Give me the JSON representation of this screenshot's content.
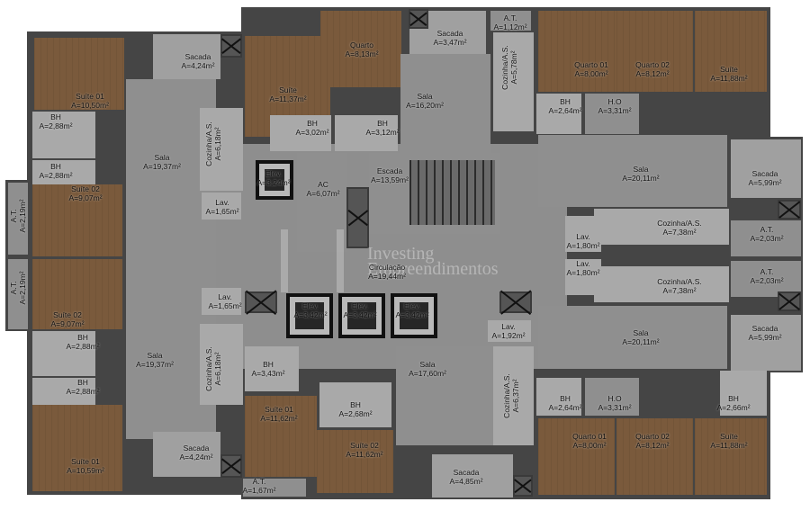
{
  "title": "Floor plan - typical floor",
  "watermark": {
    "line1": "Investing",
    "line2": "Empreendimentos"
  },
  "colors": {
    "wall": "#454545",
    "wood": "#7a5a3c",
    "floor_gray": "#8f8f8f",
    "wet": "#a9a9a9",
    "balcony": "#9c9c9c"
  },
  "rooms": [
    {
      "name": "Suíte 01",
      "area": "A=10,50m²"
    },
    {
      "name": "BH",
      "area": "A=2,88m²"
    },
    {
      "name": "BH",
      "area": "A=2,88m²"
    },
    {
      "name": "Suíte 02",
      "area": "A=9,07m²"
    },
    {
      "name": "A.T.",
      "area": "A=2,19m²"
    },
    {
      "name": "Sacada",
      "area": "A=4,24m²"
    },
    {
      "name": "Sala",
      "area": "A=19,37m²"
    },
    {
      "name": "Cozinha/A.S.",
      "area": "A=6,18m²"
    },
    {
      "name": "Lav.",
      "area": "A=1,65m²"
    },
    {
      "name": "A.T.",
      "area": "A=2,19m²"
    },
    {
      "name": "Suíte 02",
      "area": "A=9,07m²"
    },
    {
      "name": "BH",
      "area": "A=2,88m²"
    },
    {
      "name": "BH",
      "area": "A=2,88m²"
    },
    {
      "name": "Suíte 01",
      "area": "A=10,59m²"
    },
    {
      "name": "Sala",
      "area": "A=19,37m²"
    },
    {
      "name": "Cozinha/A.S.",
      "area": "A=6,18m²"
    },
    {
      "name": "Lav.",
      "area": "A=1,65m²"
    },
    {
      "name": "Sacada",
      "area": "A=4,24m²"
    },
    {
      "name": "Suíte",
      "area": "A=11,37m²"
    },
    {
      "name": "Quarto",
      "area": "A=8,13m²"
    },
    {
      "name": "Sacada",
      "area": "A=3,47m²"
    },
    {
      "name": "A.T.",
      "area": "A=1,12m²"
    },
    {
      "name": "Cozinha/A.S.",
      "area": "A=5,78m²"
    },
    {
      "name": "Sala",
      "area": "A=16,20m²"
    },
    {
      "name": "BH",
      "area": "A=3,02m²"
    },
    {
      "name": "BH",
      "area": "A=3,12m²"
    },
    {
      "name": "Elev.",
      "area": "A=3,24m²"
    },
    {
      "name": "AC",
      "area": "A=6,07m²"
    },
    {
      "name": "Escada",
      "area": "A=13,59m²"
    },
    {
      "name": "Circulação",
      "area": "A=19,44m²"
    },
    {
      "name": "Elev.",
      "area": "A=3,42m²"
    },
    {
      "name": "Elev.",
      "area": "A=3,42m²"
    },
    {
      "name": "Elev.",
      "area": "A=3,42m²"
    },
    {
      "name": "BH",
      "area": "A=3,43m²"
    },
    {
      "name": "Suíte 01",
      "area": "A=11,62m²"
    },
    {
      "name": "BH",
      "area": "A=2,68m²"
    },
    {
      "name": "Suíte 02",
      "area": "A=11,62m²"
    },
    {
      "name": "A.T.",
      "area": "A=1,67m²"
    },
    {
      "name": "Sala",
      "area": "A=17,60m²"
    },
    {
      "name": "Lav.",
      "area": "A=1,92m²"
    },
    {
      "name": "Cozinha/A.S.",
      "area": "A=6,37m²"
    },
    {
      "name": "Sacada",
      "area": "A=4,85m²"
    },
    {
      "name": "Quarto 01",
      "area": "A=8,00m²"
    },
    {
      "name": "Quarto 02",
      "area": "A=8,12m²"
    },
    {
      "name": "Suíte",
      "area": "A=11,88m²"
    },
    {
      "name": "BH",
      "area": "A=2,64m²"
    },
    {
      "name": "H.O",
      "area": "A=3,31m²"
    },
    {
      "name": "Sala",
      "area": "A=20,11m²"
    },
    {
      "name": "Sacada",
      "area": "A=5,99m²"
    },
    {
      "name": "Cozinha/A.S.",
      "area": "A=7,38m²"
    },
    {
      "name": "Lav.",
      "area": "A=1,80m²"
    },
    {
      "name": "A.T.",
      "area": "A=2,03m²"
    },
    {
      "name": "Lav.",
      "area": "A=1,80m²"
    },
    {
      "name": "Cozinha/A.S.",
      "area": "A=7,38m²"
    },
    {
      "name": "A.T.",
      "area": "A=2,03m²"
    },
    {
      "name": "Sala",
      "area": "A=20,11m²"
    },
    {
      "name": "Sacada",
      "area": "A=5,99m²"
    },
    {
      "name": "BH",
      "area": "A=2,64m²"
    },
    {
      "name": "H.O",
      "area": "A=3,31m²"
    },
    {
      "name": "BH",
      "area": "A=2,66m²"
    },
    {
      "name": "Quarto 01",
      "area": "A=8,00m²"
    },
    {
      "name": "Quarto 02",
      "area": "A=8,12m²"
    },
    {
      "name": "Suíte",
      "area": "A=11,88m²"
    }
  ]
}
